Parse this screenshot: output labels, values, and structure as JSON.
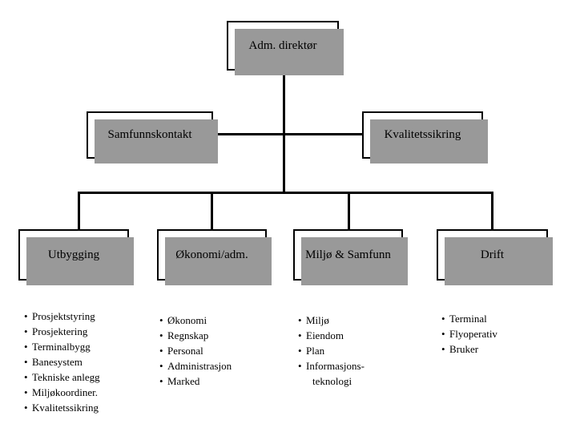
{
  "diagram": {
    "title_node": {
      "label": "Adm. direktør"
    },
    "staff_nodes": [
      {
        "label": "Samfunnskontakt"
      },
      {
        "label": "Kvalitetssikring"
      }
    ],
    "division_nodes": [
      {
        "label": "Utbygging"
      },
      {
        "label": "Økonomi/adm."
      },
      {
        "label": "Miljø & Samfunn"
      },
      {
        "label": "Drift"
      }
    ],
    "bullet_marker": "•",
    "division_lists": [
      {
        "owner": "Utbygging",
        "items": [
          {
            "text": "Prosjektstyring"
          },
          {
            "text": "Prosjektering"
          },
          {
            "text": "Terminalbygg"
          },
          {
            "text": "Banesystem"
          },
          {
            "text": "Tekniske anlegg"
          },
          {
            "text": "Miljøkoordiner."
          },
          {
            "text": "Kvalitetssikring"
          }
        ]
      },
      {
        "owner": "Økonomi/adm.",
        "items": [
          {
            "text": "Økonomi"
          },
          {
            "text": "Regnskap"
          },
          {
            "text": "Personal"
          },
          {
            "text": "Administrasjon"
          },
          {
            "text": "Marked"
          }
        ]
      },
      {
        "owner": "Miljø & Samfunn",
        "items": [
          {
            "text": "Miljø"
          },
          {
            "text": "Eiendom"
          },
          {
            "text": "Plan"
          },
          {
            "text": "Informasjons-",
            "continuation": "teknologi"
          }
        ]
      },
      {
        "owner": "Drift",
        "items": [
          {
            "text": "Terminal"
          },
          {
            "text": "Flyoperativ"
          },
          {
            "text": "Bruker"
          }
        ]
      }
    ],
    "colors": {
      "box_fill": "#ffffff",
      "box_border": "#000000",
      "shadow": "#999999",
      "line": "#000000",
      "text": "#000000",
      "background": "#ffffff"
    }
  }
}
